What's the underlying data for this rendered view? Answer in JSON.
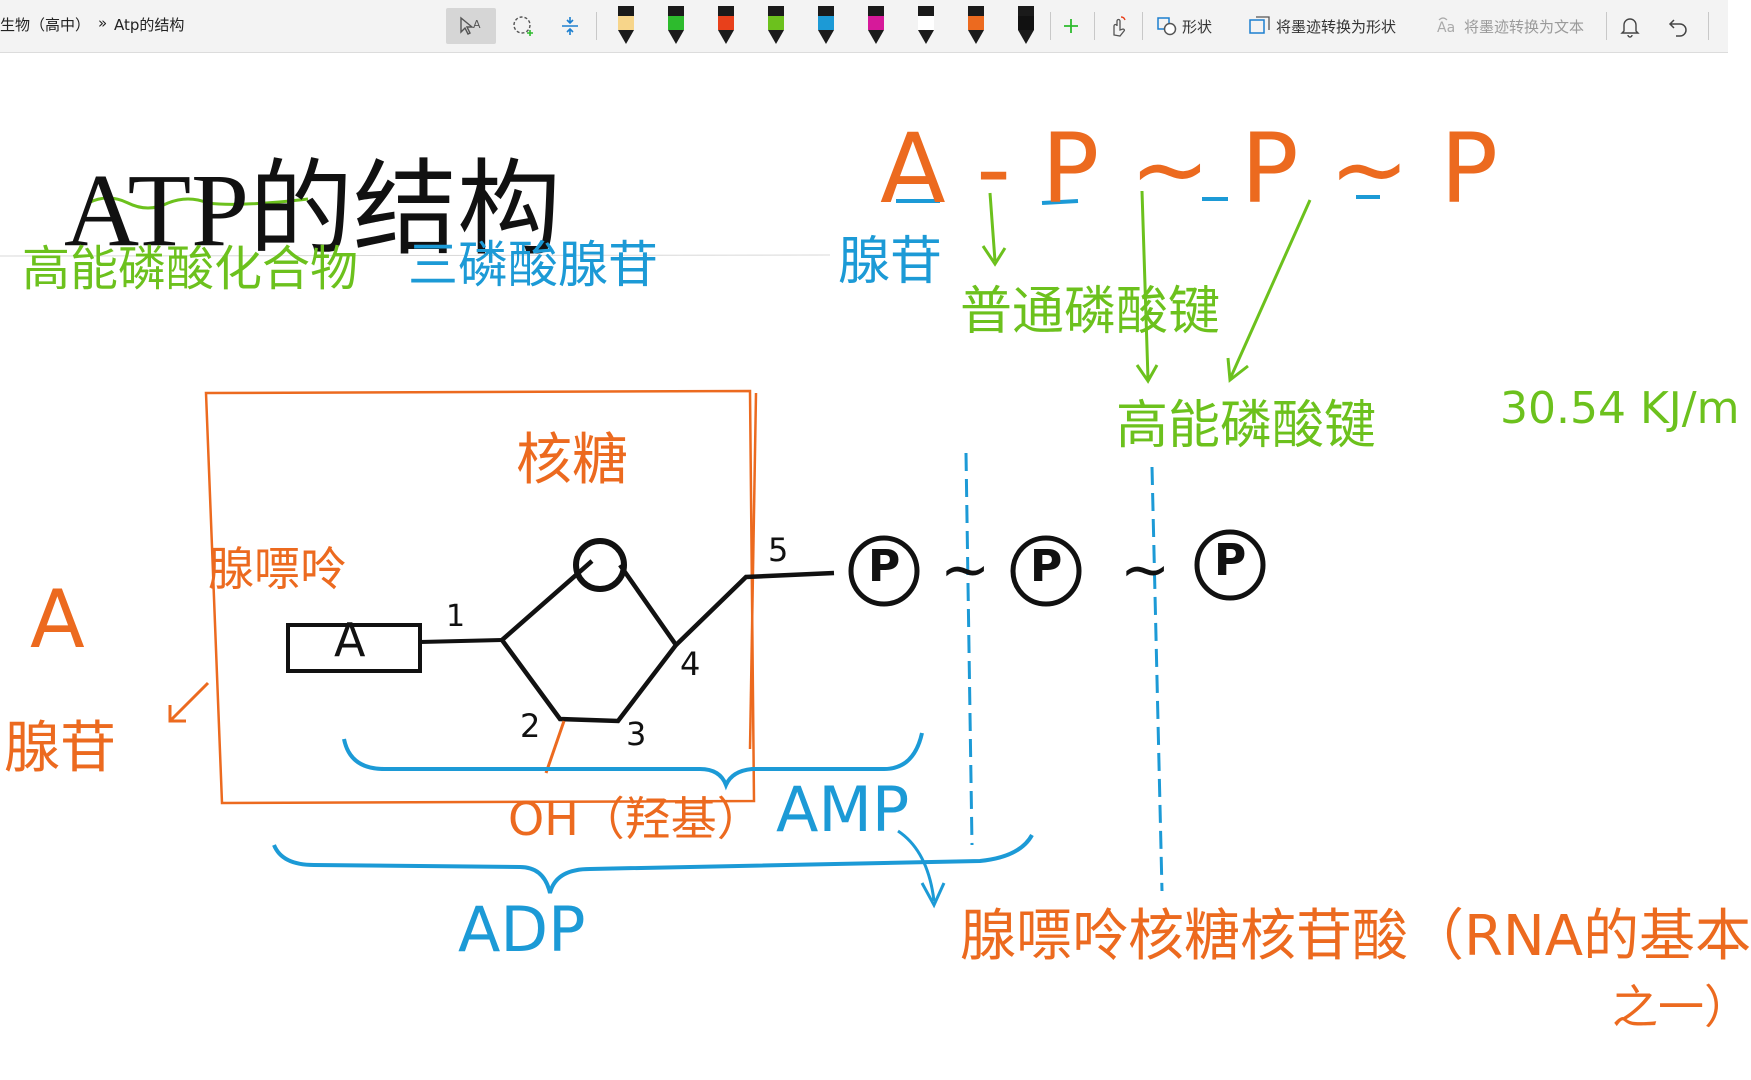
{
  "toolbar": {
    "breadcrumb_notebook": "生物（高中）",
    "breadcrumb_sep": "»",
    "breadcrumb_page": "Atp的结构",
    "shape_label": "形状",
    "ink_to_shape_label": "将墨迹转换为形状",
    "ink_to_text_label": "将墨迹转换为文本",
    "pens": [
      {
        "icon": "highlighter-pen-icon",
        "color": "#f7d58a"
      },
      {
        "icon": "pen-icon",
        "color": "#2dbb2d"
      },
      {
        "icon": "pen-icon",
        "color": "#e8401b"
      },
      {
        "icon": "pen-icon",
        "color": "#6cc11d"
      },
      {
        "icon": "pen-icon",
        "color": "#1c9ad6"
      },
      {
        "icon": "pen-icon",
        "color": "#d6199a"
      },
      {
        "icon": "pen-icon",
        "color": "#ffffff"
      },
      {
        "icon": "pen-icon",
        "color": "#ec6a1f"
      },
      {
        "icon": "pen-icon",
        "color": "#111111"
      }
    ]
  },
  "note": {
    "title": "ATP的结构",
    "formula": {
      "a": "A",
      "dash": "-",
      "p1": "P",
      "tilde1": "~",
      "p2": "P",
      "tilde2": "~",
      "p3": "P"
    },
    "green_line1": "高能磷酸化合物",
    "blue_line1": "三磷酸腺苷",
    "blue_adenosine_top": "腺苷",
    "green_ordinary_bond": "普通磷酸键",
    "green_high_energy_bond": "高能磷酸键",
    "green_energy": "30.54 KJ/m",
    "orange_ribose": "核糖",
    "orange_adenine": "腺嘌呤",
    "orange_a": "A",
    "orange_adenosine": "腺苷",
    "box_a": "A",
    "num_1": "1",
    "num_2": "2",
    "num_3": "3",
    "num_4": "4",
    "num_5": "5",
    "p_symbol": "P",
    "tilde": "~",
    "orange_oh": "OH（羟基）",
    "blue_amp": "AMP",
    "blue_adp": "ADP",
    "orange_amp_name": "腺嘌呤核糖核苷酸（RNA的基本",
    "orange_amp_name2": "之一）"
  },
  "colors": {
    "orange": "#ec6a1f",
    "green": "#6cc11d",
    "blue": "#1c9ad6",
    "black": "#111111"
  }
}
